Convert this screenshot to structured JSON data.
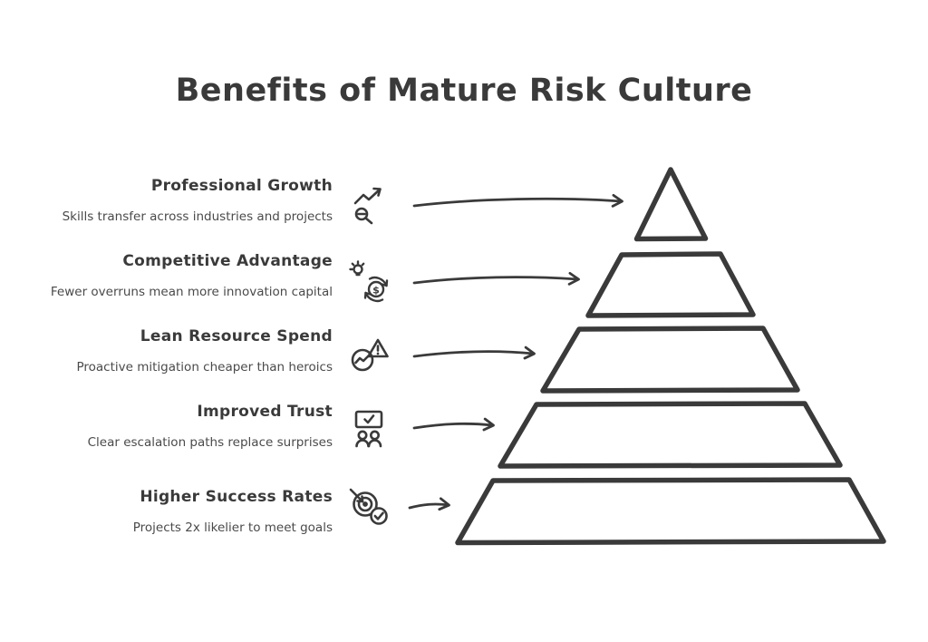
{
  "title": "Benefits of Mature Risk Culture",
  "colors": {
    "ink": "#3a3a3a",
    "muted_text": "#4a4a4a",
    "background": "#ffffff"
  },
  "pyramid": {
    "tier_count": 5
  },
  "levels": [
    {
      "heading": "Professional Growth",
      "description": "Skills transfer across industries and projects",
      "icon": "growth-analytics-icon"
    },
    {
      "heading": "Competitive Advantage",
      "description": "Fewer overruns mean more innovation capital",
      "icon": "idea-to-capital-icon"
    },
    {
      "heading": "Lean Resource Spend",
      "description": "Proactive mitigation cheaper than heroics",
      "icon": "chart-alert-icon"
    },
    {
      "heading": "Improved Trust",
      "description": "Clear escalation paths replace surprises",
      "icon": "team-approval-icon"
    },
    {
      "heading": "Higher Success Rates",
      "description": "Projects 2x likelier to meet goals",
      "icon": "target-check-icon"
    }
  ]
}
